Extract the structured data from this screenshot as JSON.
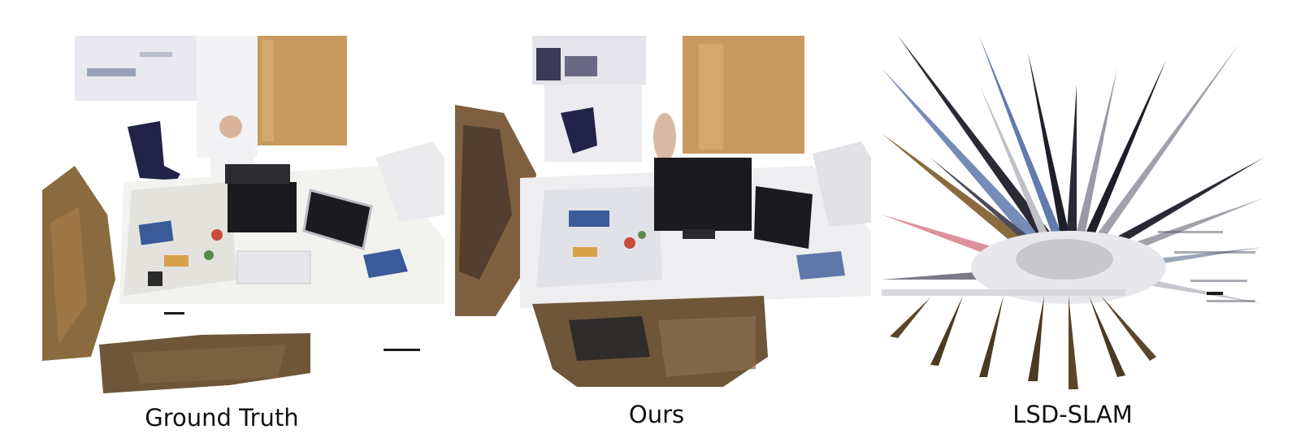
{
  "figure": {
    "panels": [
      {
        "id": "ground-truth",
        "caption": "Ground Truth"
      },
      {
        "id": "ours",
        "caption": "Ours"
      },
      {
        "id": "lsd-slam",
        "caption": "LSD-SLAM"
      }
    ]
  },
  "colors": {
    "background": "#ffffff",
    "wood": "#8a6a3f",
    "door": "#c89a5e",
    "desk": "#f2f2ef",
    "monitor": "#1a1a1f",
    "chair": "#22224a",
    "floor": "#6e5638",
    "accent_blue": "#3a5a9a"
  }
}
